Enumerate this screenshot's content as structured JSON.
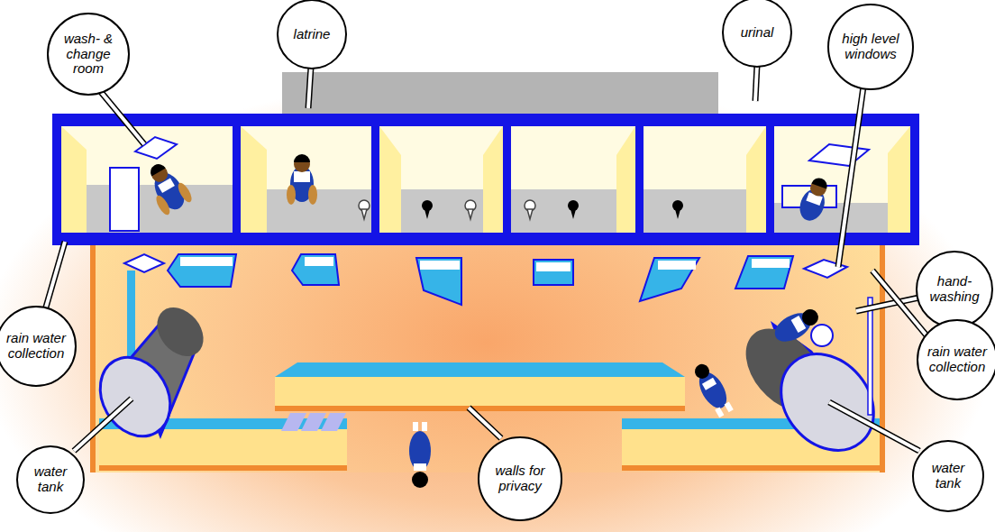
{
  "diagram": {
    "nodes": [
      {
        "text": [
          "wash- & change room"
        ]
      },
      {
        "text": [
          "latrine"
        ]
      },
      {
        "text": [
          "urinal"
        ]
      },
      {
        "text": [
          "high level windows"
        ]
      },
      {
        "text": [
          "hand- washing"
        ]
      },
      {
        "text": [
          "rain water collection"
        ]
      },
      {
        "text": [
          "rain water collection"
        ]
      },
      {
        "text": [
          "water tank"
        ]
      },
      {
        "text": [
          "walls for privacy"
        ]
      },
      {
        "text": [
          "water tank"
        ]
      }
    ]
  }
}
